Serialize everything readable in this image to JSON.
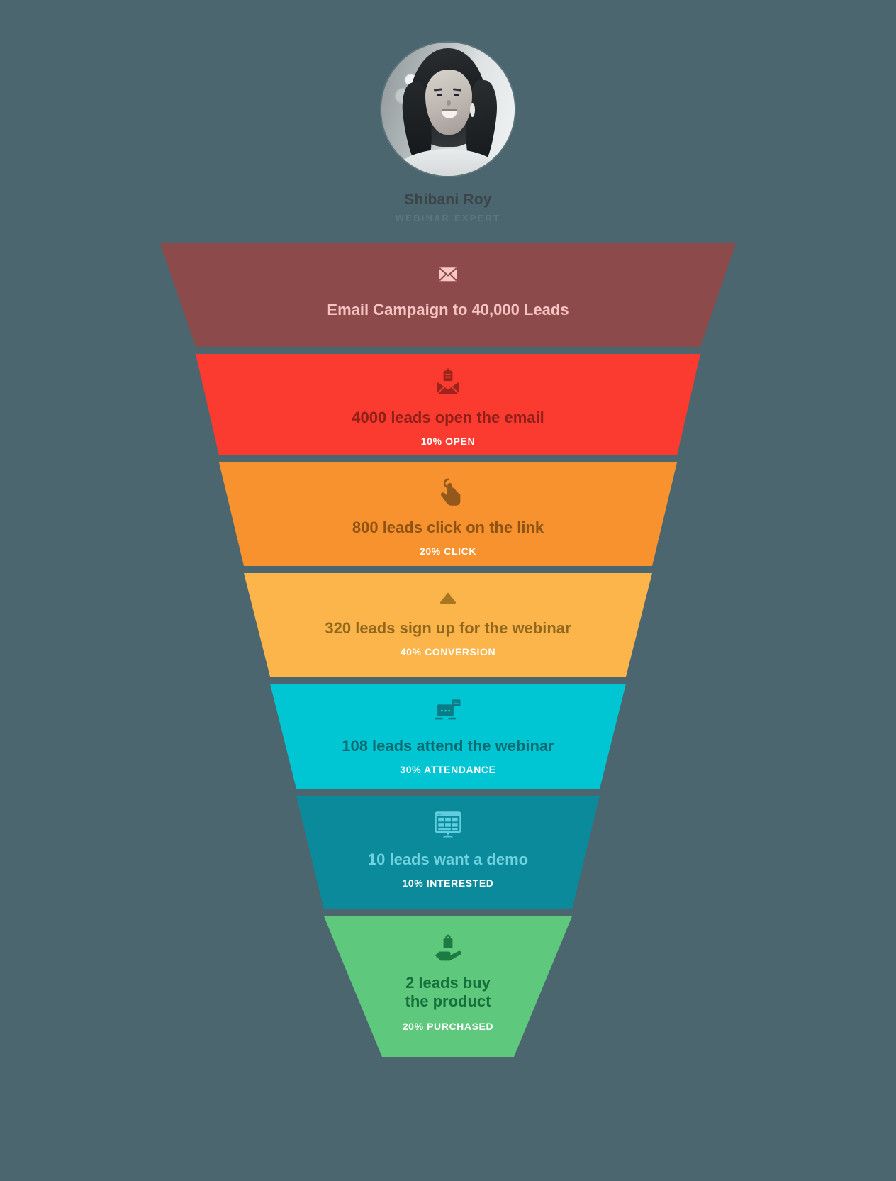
{
  "background_color": "#4c666f",
  "presenter": {
    "name": "Shibani Roy",
    "role": "WEBINAR EXPERT",
    "avatar_alt": "portrait-photo",
    "name_color": "#3b4448",
    "role_color": "#5d757e"
  },
  "chart_data": {
    "type": "funnel",
    "title": "Webinar lead conversion funnel",
    "stages": [
      {
        "label": "Email Campaign to 40,000 Leads",
        "value": 40000,
        "percent_label": "",
        "icon": "closed-envelope-icon",
        "fill": "#8d4a4a",
        "text_color": "#f7c3c1",
        "icon_color": "#f8c6c4",
        "top_width": 812,
        "bottom_width": 712,
        "height": 146,
        "title_size": 22
      },
      {
        "label": "4000 leads open the email",
        "value": 4000,
        "percent_label": "10% OPEN",
        "icon": "open-envelope-icon",
        "fill": "#fb3b30",
        "text_color": "#8f2019",
        "icon_color": "#9d241c",
        "top_width": 712,
        "bottom_width": 646,
        "height": 143,
        "title_size": 22
      },
      {
        "label": "800 leads click on the link",
        "value": 800,
        "percent_label": "20% CLICK",
        "icon": "pointing-hand-icon",
        "fill": "#f7922e",
        "text_color": "#8f5415",
        "icon_color": "#93591c",
        "top_width": 646,
        "bottom_width": 576,
        "height": 146,
        "title_size": 22
      },
      {
        "label": "320 leads sign up for the webinar",
        "value": 320,
        "percent_label": "40% CONVERSION",
        "icon": "signup-arrow-icon",
        "fill": "#fbb54b",
        "text_color": "#93681d",
        "icon_color": "#a8761f",
        "top_width": 576,
        "bottom_width": 502,
        "height": 146,
        "title_size": 22
      },
      {
        "label": "108 leads attend the webinar",
        "value": 108,
        "percent_label": "30% ATTENDANCE",
        "icon": "laptop-chat-icon",
        "fill": "#00c6d4",
        "text_color": "#0a6b73",
        "icon_color": "#0b7c85",
        "top_width": 502,
        "bottom_width": 428,
        "height": 148,
        "title_size": 22
      },
      {
        "label": "10 leads want a demo",
        "value": 10,
        "percent_label": "10% INTERESTED",
        "icon": "dashboard-monitor-icon",
        "fill": "#0b8a9c",
        "text_color": "#6ed3de",
        "icon_color": "#5fcede",
        "top_width": 428,
        "bottom_width": 350,
        "height": 160,
        "title_size": 22
      },
      {
        "label": "2 leads buy\nthe product",
        "label_line1": "2 leads buy",
        "label_line2": "the product",
        "value": 2,
        "percent_label": "20% PURCHASED",
        "icon": "hand-shopping-bag-icon",
        "fill": "#5ec97d",
        "text_color": "#17703c",
        "icon_color": "#1c7a43",
        "top_width": 350,
        "bottom_width": 186,
        "height": 198,
        "title_size": 22
      }
    ]
  }
}
